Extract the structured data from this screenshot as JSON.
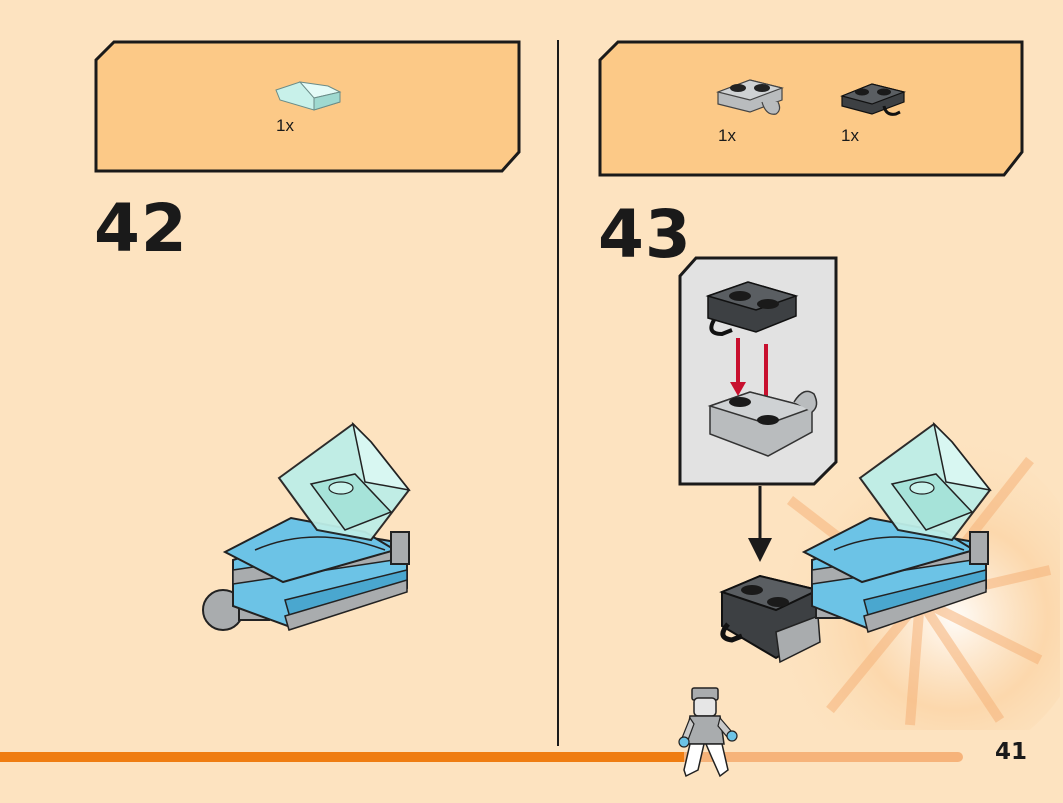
{
  "page": {
    "number": "41"
  },
  "steps": [
    {
      "number": "42",
      "parts": [
        {
          "name": "transparent-light-blue-curved-slope",
          "qty": "1x"
        }
      ]
    },
    {
      "number": "43",
      "parts": [
        {
          "name": "light-gray-plate-with-clip",
          "qty": "1x"
        },
        {
          "name": "dark-gray-plate-with-clip",
          "qty": "1x"
        }
      ]
    }
  ],
  "progress": {
    "fraction": 0.71
  },
  "colors": {
    "background": "#fde3c0",
    "callout_fill": "#fcc987",
    "progress_fill": "#ef7d12",
    "progress_track": "#f6b37a",
    "arrow_red": "#c8102e",
    "brick_blue": "#6cc3e6",
    "brick_trans_blue": "#bdeee8",
    "brick_gray": "#a9acae",
    "brick_dark_gray": "#4a4d50"
  }
}
